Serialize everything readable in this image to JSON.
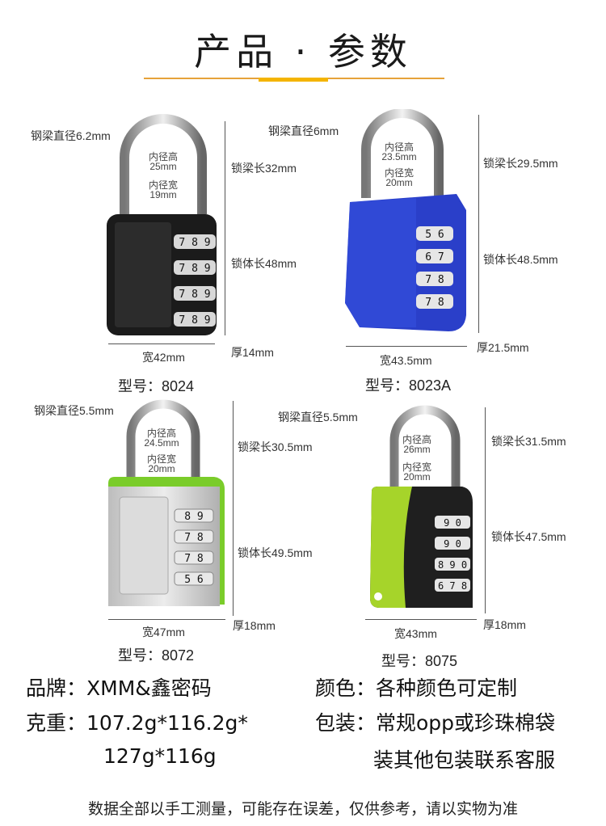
{
  "header": {
    "title": "产品 · 参数"
  },
  "locks": [
    {
      "model": "型号：8024",
      "shackle_diameter": "钢梁直径6.2mm",
      "inner_height": [
        "内径高",
        "25mm"
      ],
      "inner_width": [
        "内径宽",
        "19mm"
      ],
      "shackle_length": "锁梁长32mm",
      "body_length": "锁体长48mm",
      "width": "宽42mm",
      "thickness": "厚14mm",
      "digits": [
        "7 8 9",
        "7 8 9",
        "7 8 9",
        "7 8 9"
      ],
      "color": "#1a1a1a"
    },
    {
      "model": "型号：8023A",
      "shackle_diameter": "钢梁直径6mm",
      "inner_height": [
        "内径高",
        "23.5mm"
      ],
      "inner_width": [
        "内径宽",
        "20mm"
      ],
      "shackle_length": "锁梁长29.5mm",
      "body_length": "锁体长48.5mm",
      "width": "宽43.5mm",
      "thickness": "厚21.5mm",
      "digits": [
        "5 6",
        "6 7",
        "7 8",
        "7 8"
      ],
      "color": "#2840c8"
    },
    {
      "model": "型号：8072",
      "shackle_diameter": "钢梁直径5.5mm",
      "inner_height": [
        "内径高",
        "24.5mm"
      ],
      "inner_width": [
        "内径宽",
        "20mm"
      ],
      "shackle_length": "锁梁长30.5mm",
      "body_length": "锁体长49.5mm",
      "width": "宽47mm",
      "thickness": "厚18mm",
      "digits": [
        "8 9",
        "7 8",
        "7 8",
        "5 6"
      ],
      "color": "#c8c8c8"
    },
    {
      "model": "型号：8075",
      "shackle_diameter": "钢梁直径5.5mm",
      "inner_height": [
        "内径高",
        "26mm"
      ],
      "inner_width": [
        "内径宽",
        "20mm"
      ],
      "shackle_length": "锁梁长31.5mm",
      "body_length": "锁体长47.5mm",
      "width": "宽43mm",
      "thickness": "厚18mm",
      "digits": [
        "9 0",
        "9 0",
        "8 9 0",
        "6 7 8"
      ],
      "color": "#1f1f1f"
    }
  ],
  "specs": {
    "brand": "品牌：XMM&鑫密码",
    "weight_1": "克重：107.2g*116.2g*",
    "weight_2": "127g*116g",
    "color": "颜色：各种颜色可定制",
    "packaging_1": "包装：常规opp或珍珠棉袋",
    "packaging_2": "装其他包装联系客服"
  },
  "footer": "数据全部以手工测量，可能存在误差，仅供参考，请以实物为准"
}
